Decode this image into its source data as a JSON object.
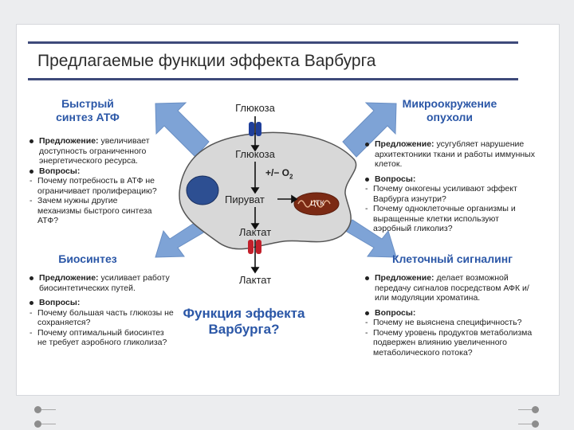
{
  "title": "Предлагаемые функции эффекта Варбурга",
  "atp": {
    "title": "Быстрый синтез АТФ",
    "proposal_label": "Предложение:",
    "proposal_text": " увеличивает доступность ограниченного энергетического ресурса.",
    "questions_label": "Вопросы:",
    "questions": [
      "Почему потребность в АТФ не ограничивает пролиферацию?",
      "Зачем нужны другие механизмы быстрого синтеза АТФ?"
    ]
  },
  "micro": {
    "title": "Микроокружение опухоли",
    "proposal_label": "Предложение:",
    "proposal_text": " усугубляет нарушение архитектоники ткани и работы иммунных клеток.",
    "questions_label": "Вопросы:",
    "questions": [
      "Почему онкогены усиливают эффект Варбурга изнутри?",
      "Почему одноклеточные организмы и выращенные клетки используют аэробный гликолиз?"
    ]
  },
  "bio": {
    "title": "Биосинтез",
    "proposal_label": "Предложение:",
    "proposal_text": " усиливает работу биосинтетических путей.",
    "questions_label": "Вопросы:",
    "questions": [
      "Почему большая часть глюкозы не сохраняется?",
      "Почему оптимальный биосинтез не требует аэробного гликолиза?"
    ]
  },
  "signal": {
    "title": "Клеточный сигналинг",
    "proposal_label": "Предложение:",
    "proposal_text": " делает возможной передачу сигналов посредством АФК и/или модуляции хроматина.",
    "questions_label": "Вопросы:",
    "questions": [
      "Почему не выяснена специфичность?",
      "Почему уровень продуктов метаболизма подвержен влиянию увеличенного метаболического потока?"
    ]
  },
  "cell": {
    "glucose_out": "Глюкоза",
    "glucose_in": "Глюкоза",
    "oxygen": "+/− O",
    "oxygen_sub": "2",
    "pyruvate": "Пируват",
    "tca": "ЦТК",
    "lactate_in": "Лактат",
    "lactate_out": "Лактат"
  },
  "central_question": "Функция эффекта Варбурга?",
  "colors": {
    "accent": "#2b57a7",
    "arrow": "#7ea3d6",
    "cell": "#d9d9d9",
    "transporter_glucose": "#1f3f9a",
    "transporter_lactate": "#c2202b",
    "nucleus": "#2d4f92",
    "mito": "#7b2a14"
  }
}
